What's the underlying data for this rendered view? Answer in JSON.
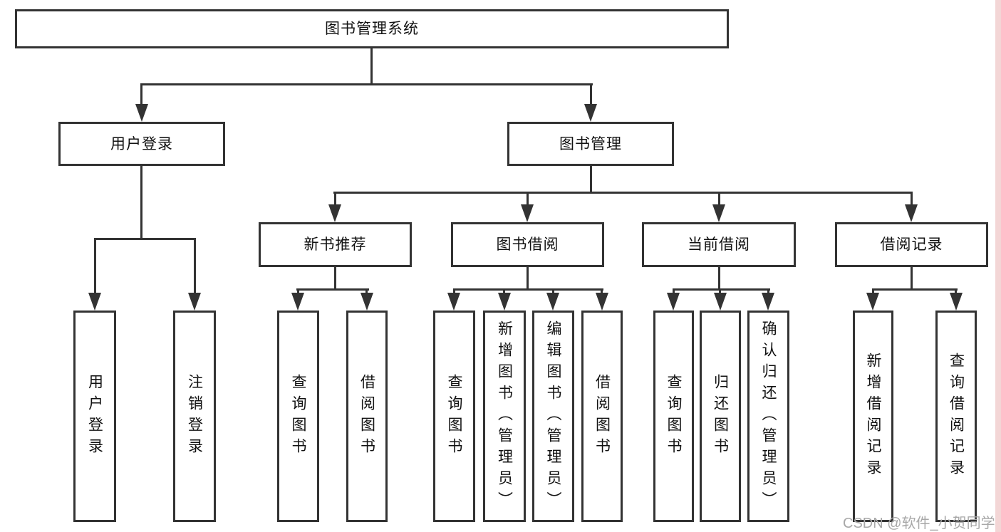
{
  "colors": {
    "background": "#ffffff",
    "line": "#333333",
    "box_border": "#333333",
    "box_fill": "#ffffff",
    "text": "#111111",
    "watermark_text": "#a8a8a8",
    "watermark_strip": "#f3d6d6"
  },
  "watermark": {
    "text": "CSDN @软件_小贺同学"
  },
  "tree": {
    "root": {
      "label": "图书管理系统",
      "children": [
        {
          "label": "用户登录",
          "children": [
            {
              "label": "用户登录"
            },
            {
              "label": "注销登录"
            }
          ]
        },
        {
          "label": "图书管理",
          "children": [
            {
              "label": "新书推荐",
              "children": [
                {
                  "label": "查询图书"
                },
                {
                  "label": "借阅图书"
                }
              ]
            },
            {
              "label": "图书借阅",
              "children": [
                {
                  "label": "查询图书"
                },
                {
                  "label": "新增图书（管理员）"
                },
                {
                  "label": "编辑图书（管理员）"
                },
                {
                  "label": "借阅图书"
                }
              ]
            },
            {
              "label": "当前借阅",
              "children": [
                {
                  "label": "查询图书"
                },
                {
                  "label": "归还图书"
                },
                {
                  "label": "确认归还（管理员）"
                }
              ]
            },
            {
              "label": "借阅记录",
              "children": [
                {
                  "label": "新增借阅记录"
                },
                {
                  "label": "查询借阅记录"
                }
              ]
            }
          ]
        }
      ]
    }
  }
}
